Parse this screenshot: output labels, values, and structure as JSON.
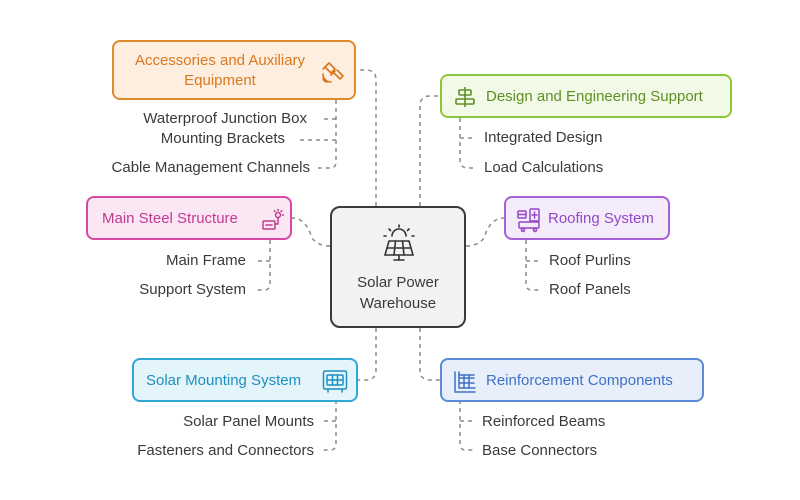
{
  "center": {
    "title": "Solar Power Warehouse",
    "icon": "solar-panel-icon"
  },
  "colors": {
    "orange": "#e08a2c",
    "orange_bg": "#fdeee0",
    "green": "#8cc63f",
    "green_bg": "#f2f9e6",
    "magenta": "#d64aa3",
    "magenta_bg": "#fbe7f4",
    "purple": "#a860d6",
    "purple_bg": "#f4ebfb",
    "cyan": "#2ea8d6",
    "cyan_bg": "#e4f4fb",
    "blue": "#5b8ad6",
    "blue_bg": "#e8eefa",
    "connector": "#8c8c8c"
  },
  "branches": {
    "accessories": {
      "title": "Accessories and Auxiliary Equipment",
      "icon": "satellite-dish-icon",
      "items": [
        "Waterproof Junction Box",
        "Mounting Brackets",
        "Cable Management Channels"
      ]
    },
    "design": {
      "title": "Design and Engineering Support",
      "icon": "align-center-icon",
      "items": [
        "Integrated Design",
        "Load Calculations"
      ]
    },
    "steel": {
      "title": "Main Steel Structure",
      "icon": "solar-device-icon",
      "items": [
        "Main Frame",
        "Support System"
      ]
    },
    "roofing": {
      "title": "Roofing System",
      "icon": "roof-building-icon",
      "items": [
        "Roof Purlins",
        "Roof Panels"
      ]
    },
    "mounting": {
      "title": "Solar Mounting System",
      "icon": "mounting-frame-icon",
      "items": [
        "Solar Panel Mounts",
        "Fasteners and Connectors"
      ]
    },
    "reinforcement": {
      "title": "Reinforcement Components",
      "icon": "grid-frame-icon",
      "items": [
        "Reinforced Beams",
        "Base Connectors"
      ]
    }
  }
}
